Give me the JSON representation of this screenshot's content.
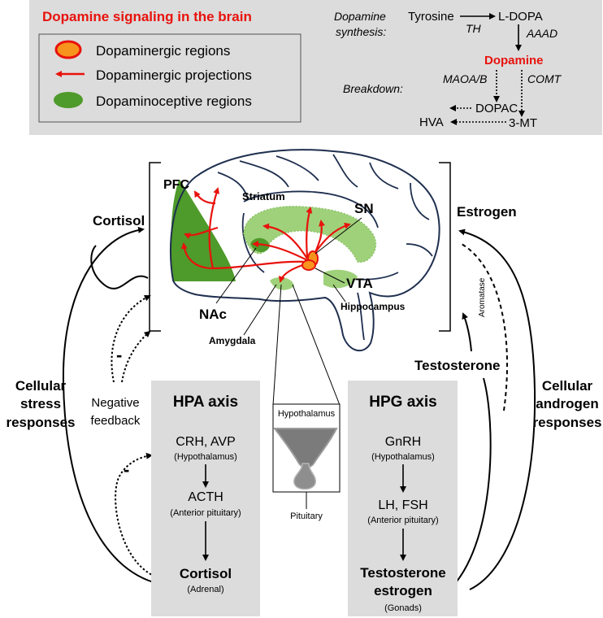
{
  "colors": {
    "dopamine_red": "#e8120c",
    "region_orange": "#f7941d",
    "dopaminoceptive_green": "#4e9a2a",
    "light_green": "#9fd17a",
    "panel_gray": "#dcdcdc",
    "brain_outline": "#1f2f4f"
  },
  "legend": {
    "title": "Dopamine signaling in the brain",
    "items": [
      {
        "label": "Dopaminergic regions",
        "icon": "orange-ellipse-icon"
      },
      {
        "label": "Dopaminergic projections",
        "icon": "red-arrow-icon"
      },
      {
        "label": "Dopaminoceptive regions",
        "icon": "green-ellipse-icon"
      }
    ]
  },
  "synthesis": {
    "synthesis_label": "Dopamine synthesis:",
    "synthesis_line1": "Dopamine",
    "synthesis_line2": "synthesis:",
    "breakdown_label": "Breakdown:",
    "tyrosine": "Tyrosine",
    "ldopa": "L-DOPA",
    "th": "TH",
    "aaad": "AAAD",
    "dopamine": "Dopamine",
    "maoa": "MAOA/B",
    "comt": "COMT",
    "dopac": "DOPAC",
    "hva": "HVA",
    "mt3": "3-MT"
  },
  "brain": {
    "pfc": "PFC",
    "striatum": "Striatum",
    "sn": "SN",
    "vta": "VTA",
    "nac": "NAc",
    "hippocampus": "Hippocampus",
    "amygdala": "Amygdala",
    "hypothalamus": "Hypothalamus",
    "pituitary": "Pituitary"
  },
  "side": {
    "cortisol_top": "Cortisol",
    "estrogen_top": "Estrogen",
    "cellular_stress": [
      "Cellular",
      "stress",
      "responses"
    ],
    "negative_feedback": [
      "Negative",
      "feedback"
    ],
    "minus": "-",
    "testosterone": "Testosterone",
    "aromatase": "Aromatase",
    "cellular_androgen": [
      "Cellular",
      "androgen",
      "responses"
    ]
  },
  "hpa": {
    "title": "HPA axis",
    "crh": "CRH, AVP",
    "crh_sub": "(Hypothalamus)",
    "acth": "ACTH",
    "acth_sub": "(Anterior pituitary)",
    "cortisol": "Cortisol",
    "cortisol_sub": "(Adrenal)"
  },
  "hpg": {
    "title": "HPG axis",
    "gnrh": "GnRH",
    "gnrh_sub": "(Hypothalamus)",
    "lh": "LH, FSH",
    "lh_sub": "(Anterior pituitary)",
    "testo": "Testosterone",
    "estrogen": "estrogen",
    "gonads": "(Gonads)"
  }
}
